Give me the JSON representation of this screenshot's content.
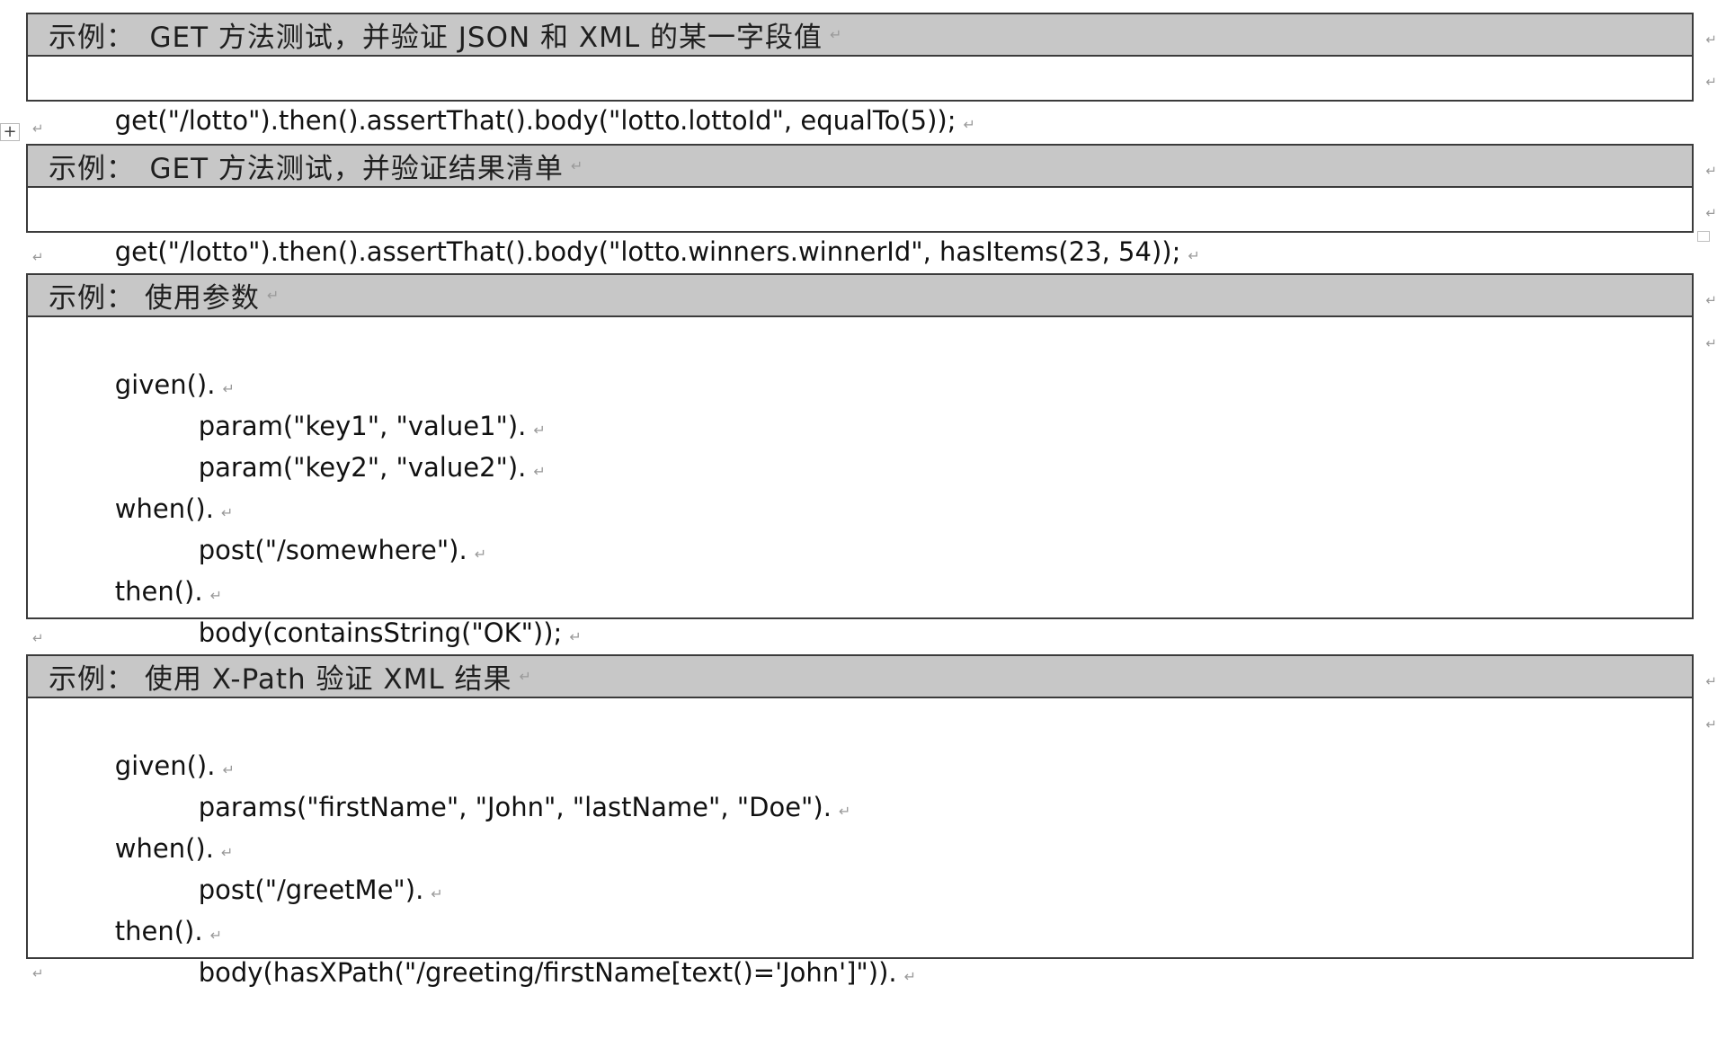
{
  "document": {
    "marks": {
      "paragraph": "↵",
      "line_end": "↵",
      "table_handle": "+"
    },
    "examples": [
      {
        "title": "示例：　GET 方法测试，并验证 JSON 和 XML 的某一字段值",
        "lines": [
          {
            "text": "get(\"/lotto\").then().assertThat().body(\"lotto.lottoId\", equalTo(5));",
            "indent": 0
          }
        ]
      },
      {
        "title": "示例：　GET 方法测试，并验证结果清单",
        "lines": [
          {
            "text": "get(\"/lotto\").then().assertThat().body(\"lotto.winners.winnerId\", hasItems(23, 54));",
            "indent": 0
          }
        ]
      },
      {
        "title": "示例：  使用参数",
        "lines": [
          {
            "text": "given().",
            "indent": 0
          },
          {
            "text": "param(\"key1\", \"value1\").",
            "indent": 1
          },
          {
            "text": "param(\"key2\", \"value2\").",
            "indent": 1
          },
          {
            "text": "when().",
            "indent": 0
          },
          {
            "text": "post(\"/somewhere\").",
            "indent": 1
          },
          {
            "text": "then().",
            "indent": 0
          },
          {
            "text": "body(containsString(\"OK\"));",
            "indent": 1
          }
        ]
      },
      {
        "title": "示例：  使用 X-Path 验证 XML 结果",
        "lines": [
          {
            "text": "given().",
            "indent": 0
          },
          {
            "text": "params(\"firstName\", \"John\", \"lastName\", \"Doe\").",
            "indent": 1
          },
          {
            "text": "when().",
            "indent": 0
          },
          {
            "text": "post(\"/greetMe\").",
            "indent": 1
          },
          {
            "text": "then().",
            "indent": 0
          },
          {
            "text": "body(hasXPath(\"/greeting/firstName[text()='John']\")).",
            "indent": 1
          }
        ]
      }
    ]
  }
}
